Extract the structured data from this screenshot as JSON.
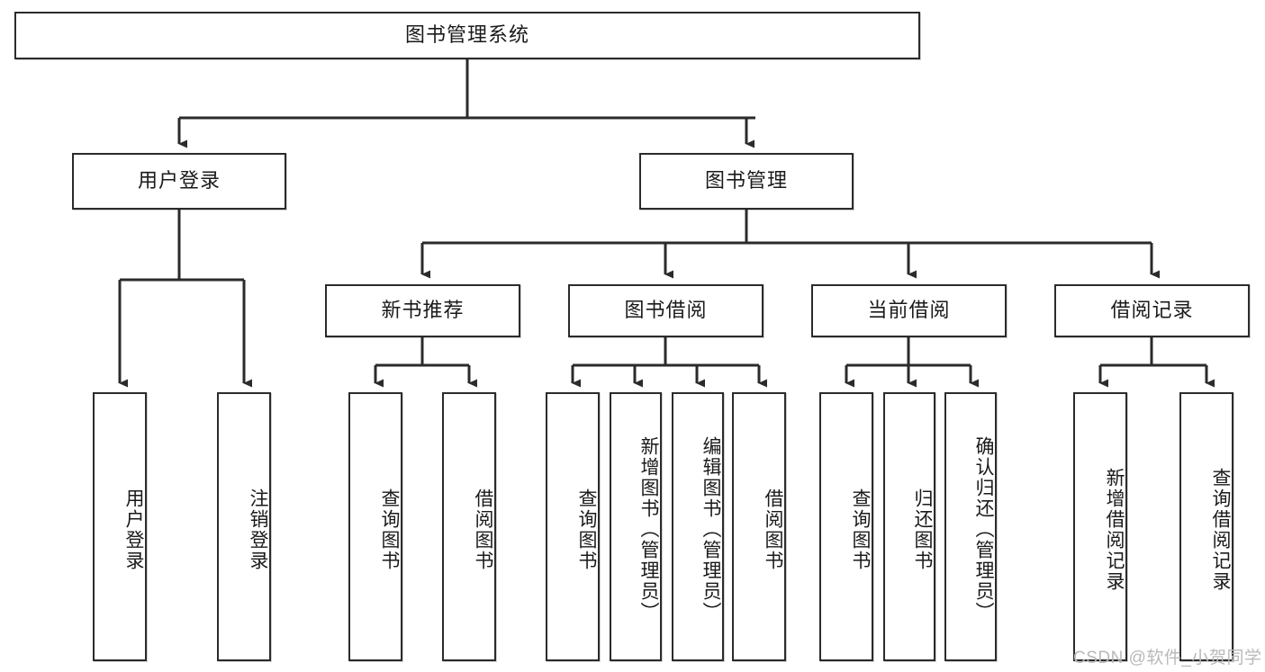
{
  "diagram": {
    "type": "tree-hierarchy",
    "title": "图书管理系统",
    "background_color": "#ffffff",
    "line_color": "#2b2b2b",
    "node_border_color": "#2b2b2b",
    "node_fill_color": "#ffffff",
    "text_color": "#1a1a1a"
  },
  "root": {
    "label": "图书管理系统"
  },
  "level2": [
    {
      "label": "用户登录"
    },
    {
      "label": "图书管理"
    }
  ],
  "level3": [
    {
      "label": "新书推荐"
    },
    {
      "label": "图书借阅"
    },
    {
      "label": "当前借阅"
    },
    {
      "label": "借阅记录"
    }
  ],
  "leaves": {
    "user_login": [
      {
        "label": "用户登录"
      },
      {
        "label": "注销登录"
      }
    ],
    "new_book_recommend": [
      {
        "label": "查询图书"
      },
      {
        "label": "借阅图书"
      }
    ],
    "book_borrow": [
      {
        "label": "查询图书"
      },
      {
        "label": "新增图书（管理员）"
      },
      {
        "label": "编辑图书（管理员）"
      },
      {
        "label": "借阅图书"
      }
    ],
    "current_borrow": [
      {
        "label": "查询图书"
      },
      {
        "label": "归还图书"
      },
      {
        "label": "确认归还（管理员）"
      }
    ],
    "borrow_record": [
      {
        "label": "新增借阅记录"
      },
      {
        "label": "查询借阅记录"
      }
    ]
  },
  "watermark": {
    "text": "CSDN @软件_小贺同学"
  }
}
